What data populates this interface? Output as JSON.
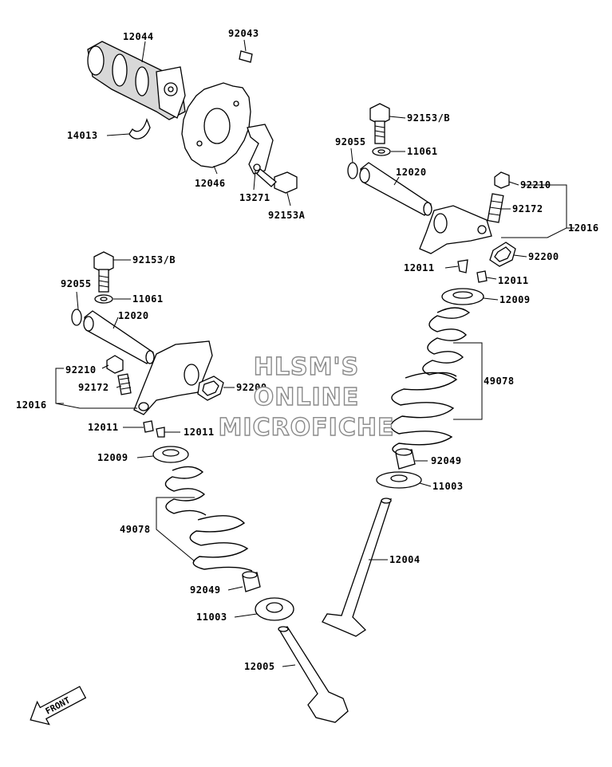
{
  "labels": {
    "p12044": "12044",
    "p92043": "92043",
    "p14013": "14013",
    "p12046": "12046",
    "p13271": "13271",
    "p92153A": "92153A",
    "r_92153B": "92153/B",
    "r_92055": "92055",
    "r_11061": "11061",
    "r_12020": "12020",
    "r_92210": "92210",
    "r_92172": "92172",
    "r_12016": "12016",
    "r_12011a": "12011",
    "r_92200": "92200",
    "r_12011b": "12011",
    "r_12009": "12009",
    "r_49078": "49078",
    "r_92049": "92049",
    "r_11003": "11003",
    "r_12004": "12004",
    "l_92153B": "92153/B",
    "l_92055": "92055",
    "l_11061": "11061",
    "l_12020": "12020",
    "l_92210": "92210",
    "l_92172": "92172",
    "l_12016": "12016",
    "l_92200": "92200",
    "l_12011a": "12011",
    "l_12011b": "12011",
    "l_12009": "12009",
    "l_49078": "49078",
    "l_92049": "92049",
    "l_11003": "11003",
    "l_12005": "12005"
  },
  "watermark": {
    "line1": "HLSM'S",
    "line2": "ONLINE",
    "line3": "MICROFICHE"
  },
  "front_arrow": "FRONT"
}
